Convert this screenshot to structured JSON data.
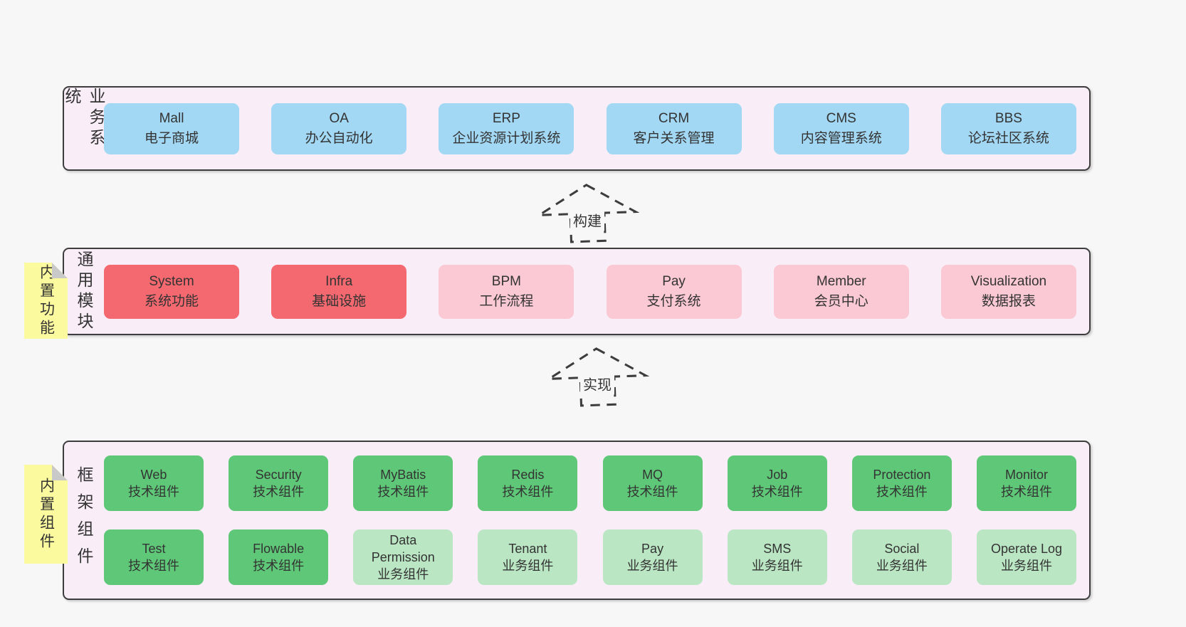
{
  "palette": {
    "page_background": "#f8f7f8",
    "container_fill": "#f9eef7",
    "container_border": "#3d3d3d",
    "blue_box": "#a3d8f4",
    "red_box": "#f4696f",
    "pink_box": "#fbc9d3",
    "green_box": "#5fc878",
    "light_green_box": "#bae6c3",
    "note_yellow": "#fcfa9e",
    "note_fold_gray": "#c9c9c9",
    "text": "#333333"
  },
  "arrows": [
    {
      "label": "构建"
    },
    {
      "label": "实现"
    }
  ],
  "rows": [
    {
      "label": "业务系统",
      "items": [
        {
          "name": "Mall",
          "desc": "电子商城"
        },
        {
          "name": "OA",
          "desc": "办公自动化"
        },
        {
          "name": "ERP",
          "desc": "企业资源计划系统"
        },
        {
          "name": "CRM",
          "desc": "客户关系管理"
        },
        {
          "name": "CMS",
          "desc": "内容管理系统"
        },
        {
          "name": "BBS",
          "desc": "论坛社区系统"
        }
      ]
    },
    {
      "label": "通用模块",
      "note": "内置功能",
      "items": [
        {
          "name": "System",
          "desc": "系统功能"
        },
        {
          "name": "Infra",
          "desc": "基础设施"
        },
        {
          "name": "BPM",
          "desc": "工作流程"
        },
        {
          "name": "Pay",
          "desc": "支付系统"
        },
        {
          "name": "Member",
          "desc": "会员中心"
        },
        {
          "name": "Visualization",
          "desc": "数据报表"
        }
      ]
    },
    {
      "label": "框架组件",
      "note": "内置组件",
      "top_items": [
        {
          "name": "Web",
          "desc": "技术组件"
        },
        {
          "name": "Security",
          "desc": "技术组件"
        },
        {
          "name": "MyBatis",
          "desc": "技术组件"
        },
        {
          "name": "Redis",
          "desc": "技术组件"
        },
        {
          "name": "MQ",
          "desc": "技术组件"
        },
        {
          "name": "Job",
          "desc": "技术组件"
        },
        {
          "name": "Protection",
          "desc": "技术组件"
        },
        {
          "name": "Monitor",
          "desc": "技术组件"
        }
      ],
      "bottom_items": [
        {
          "name": "Test",
          "desc": "技术组件"
        },
        {
          "name": "Flowable",
          "desc": "技术组件"
        },
        {
          "name": "Data Permission",
          "desc": "业务组件"
        },
        {
          "name": "Tenant",
          "desc": "业务组件"
        },
        {
          "name": "Pay",
          "desc": "业务组件"
        },
        {
          "name": "SMS",
          "desc": "业务组件"
        },
        {
          "name": "Social",
          "desc": "业务组件"
        },
        {
          "name": "Operate Log",
          "desc": "业务组件"
        }
      ]
    }
  ]
}
